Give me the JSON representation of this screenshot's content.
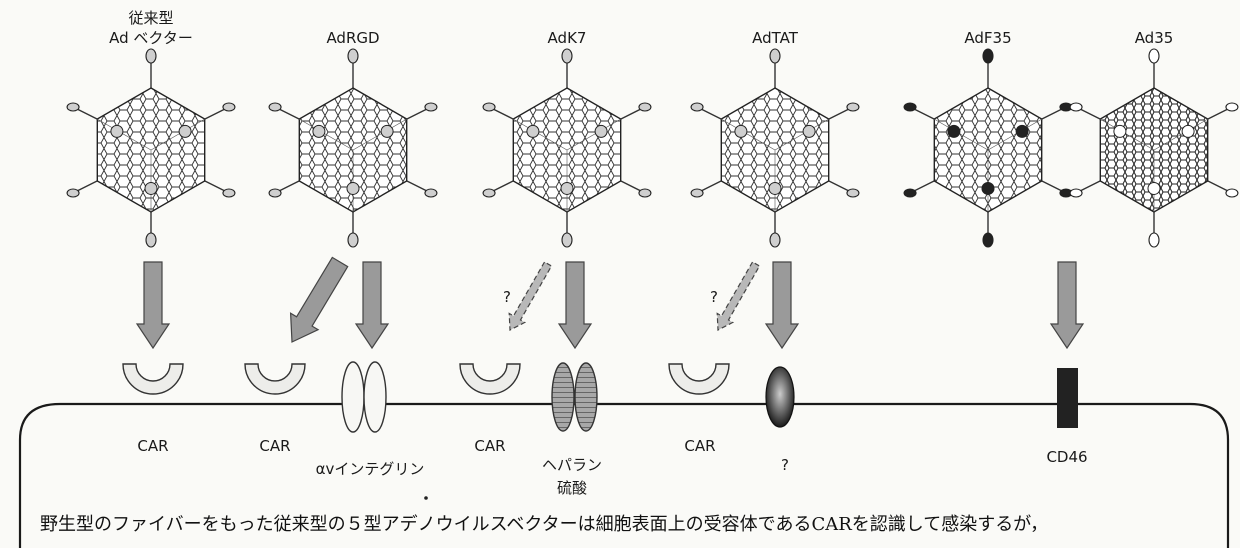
{
  "vectors": [
    {
      "title": "従来型\nAd ベクター",
      "knob": "#cfcfcf",
      "dense": false
    },
    {
      "title": "AdRGD",
      "knob": "#cfcfcf",
      "dense": false
    },
    {
      "title": "AdK7",
      "knob": "#cfcfcf",
      "dense": false
    },
    {
      "title": "AdTAT",
      "knob": "#cfcfcf",
      "dense": false
    },
    {
      "title": "AdF35",
      "knob": "#222222",
      "dense": false
    },
    {
      "title": "Ad35",
      "knob": "#ffffff",
      "dense": true
    }
  ],
  "receptors": {
    "car_label": "CAR",
    "integrin_label": "αvインテグリン",
    "heparan_label_1": "ヘパラン",
    "heparan_label_2": "硫酸",
    "unknown_label": "?",
    "cd46_label": "CD46",
    "arrow_question": "?"
  },
  "caption": "野生型のファイバーをもった従来型の５型アデノウイルスベクターは細胞表面上の受容体であるCARを認識して感染するが，",
  "colors": {
    "line": "#1a1a1a",
    "arrow_fill": "#9a9a9a",
    "heparan": "#8a8a8a",
    "cd46": "#222222"
  }
}
